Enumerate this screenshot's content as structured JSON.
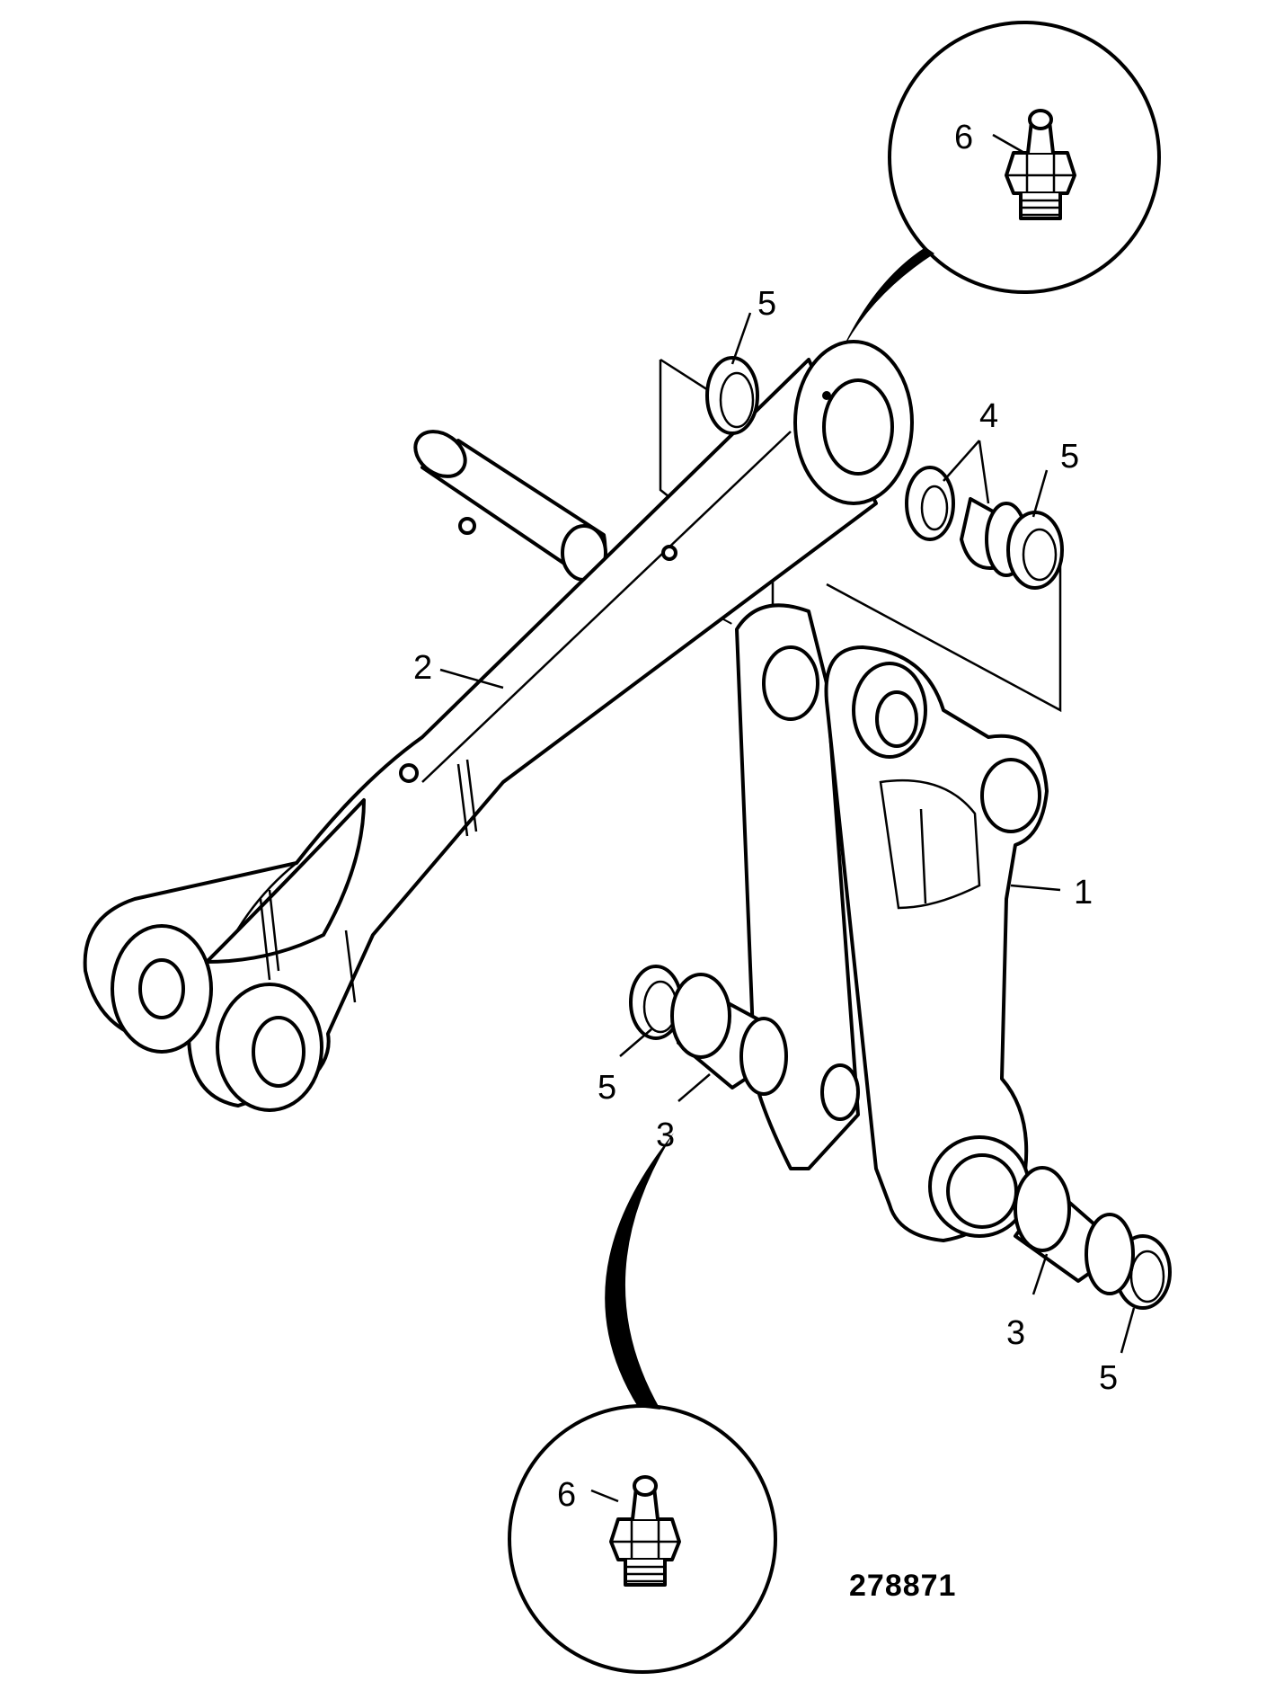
{
  "diagram": {
    "reference_number": "278871",
    "callouts": [
      {
        "id": "c1",
        "text": "1"
      },
      {
        "id": "c2",
        "text": "2"
      },
      {
        "id": "c3a",
        "text": "3"
      },
      {
        "id": "c3b",
        "text": "3"
      },
      {
        "id": "c4",
        "text": "4"
      },
      {
        "id": "c5a",
        "text": "5"
      },
      {
        "id": "c5b",
        "text": "5"
      },
      {
        "id": "c5c",
        "text": "5"
      },
      {
        "id": "c5d",
        "text": "5"
      },
      {
        "id": "c6a",
        "text": "6"
      },
      {
        "id": "c6b",
        "text": "6"
      }
    ]
  }
}
